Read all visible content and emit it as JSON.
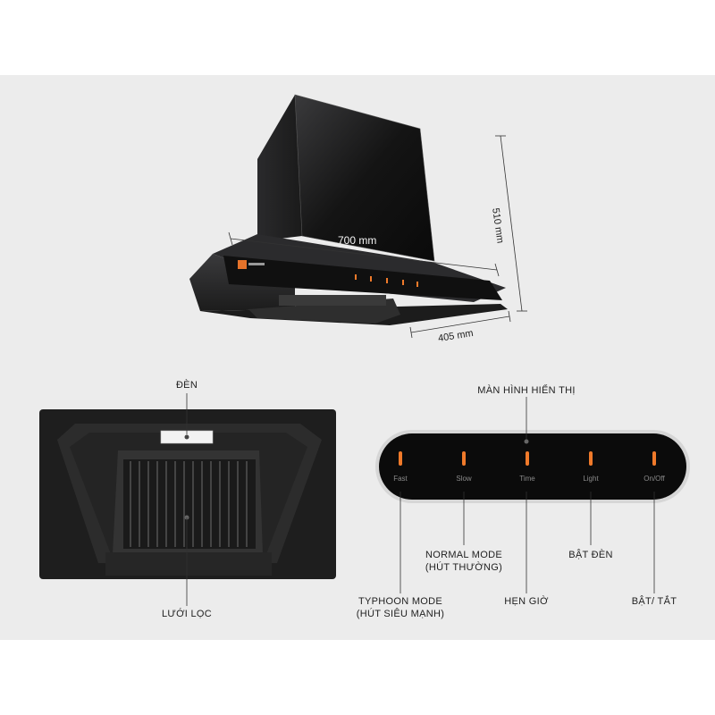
{
  "dimensions": {
    "width": "700 mm",
    "height": "510 mm",
    "depth": "405 mm"
  },
  "bottom_view": {
    "light_label": "ĐÈN",
    "filter_label": "LƯỚI LỌC"
  },
  "control_panel": {
    "display_label": "MÀN HÌNH HIỂN THỊ",
    "buttons": [
      {
        "text": "Fast"
      },
      {
        "text": "Slow"
      },
      {
        "text": "Time"
      },
      {
        "text": "Light"
      },
      {
        "text": "On/Off"
      }
    ],
    "callouts": {
      "typhoon_line1": "TYPHOON MODE",
      "typhoon_line2": "(HÚT SIÊU MẠNH)",
      "normal_line1": "NORMAL MODE",
      "normal_line2": "(HÚT THƯỜNG)",
      "timer": "HẸN GIỜ",
      "light_on": "BẬT ĐÈN",
      "power": "BẬT/ TẮT"
    },
    "accent_color": "#f07a2a"
  }
}
